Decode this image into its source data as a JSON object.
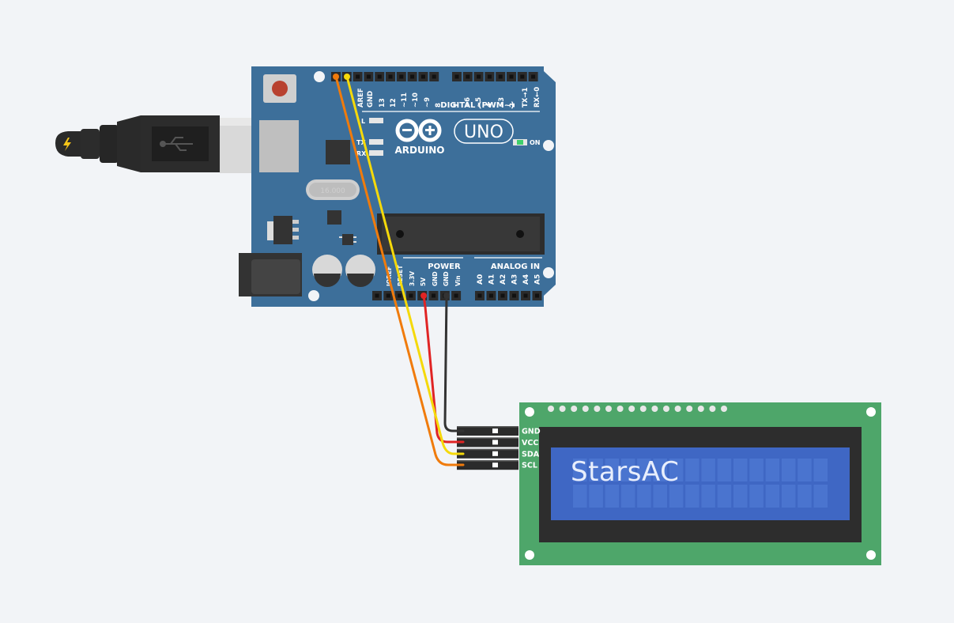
{
  "board": {
    "brand": "ARDUINO",
    "model": "UNO",
    "on_label": "ON",
    "digital_header": "DIGITAL (PWM~)",
    "power_header": "POWER",
    "analog_header": "ANALOG IN",
    "led_l": "L",
    "led_tx": "TX",
    "led_rx": "RX",
    "crystal": "16.000",
    "digital_pins": [
      "AREF",
      "GND",
      "13",
      "12",
      "~11",
      "~10",
      "~9",
      "8",
      "7",
      "~6",
      "~5",
      "4",
      "~3",
      "2",
      "TX→1",
      "RX←0"
    ],
    "power_pins": [
      "IOREF",
      "RESET",
      "3.3V",
      "5V",
      "GND",
      "GND",
      "Vin"
    ],
    "analog_pins": [
      "A0",
      "A1",
      "A2",
      "A3",
      "A4",
      "A5"
    ]
  },
  "lcd": {
    "pins": [
      "GND",
      "VCC",
      "SDA",
      "SCL"
    ],
    "text_line1": "StarsAC",
    "text_line2": ""
  },
  "wires": [
    {
      "from": "GND (power)",
      "to": "GND",
      "color": "#333333"
    },
    {
      "from": "5V",
      "to": "VCC",
      "color": "#e02424"
    },
    {
      "from": "AREF-side SDA",
      "to": "SDA",
      "color": "#f5d90a"
    },
    {
      "from": "AREF-side SCL",
      "to": "SCL",
      "color": "#f07b0c"
    }
  ],
  "colors": {
    "background": "#f2f4f7",
    "board": "#3d6f9a",
    "lcd_pcb": "#4ea66a",
    "lcd_screen": "#3f67c4",
    "lcd_text": "#e8eefc"
  }
}
